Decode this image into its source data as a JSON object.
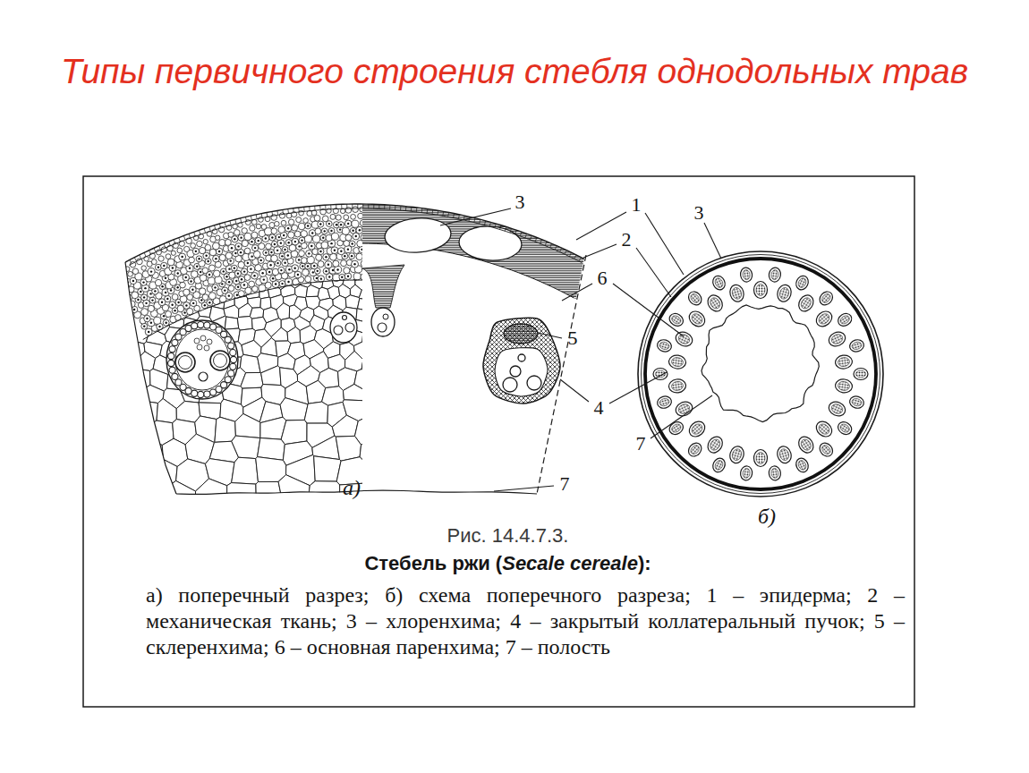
{
  "diagram": {
    "title": "Типы первичного строения стебля однодольных трав",
    "caption": "Рис. 14.4.7.3.",
    "labels": [
      "3",
      "1",
      "2",
      "3",
      "6",
      "5",
      "4",
      "7",
      "7",
      "а)",
      "б)",
      "Стебель ржи (",
      "Secale cereale",
      "):",
      "а) поперечный разрез; б) схема поперечного разреза; 1 – эпидерма; 2 – механическая ткань; 3 – хлоренхима; 4 – закрытый коллатеральный пучок; 5 – склеренхима; 6 – основная паренхима; 7 – полость"
    ]
  }
}
